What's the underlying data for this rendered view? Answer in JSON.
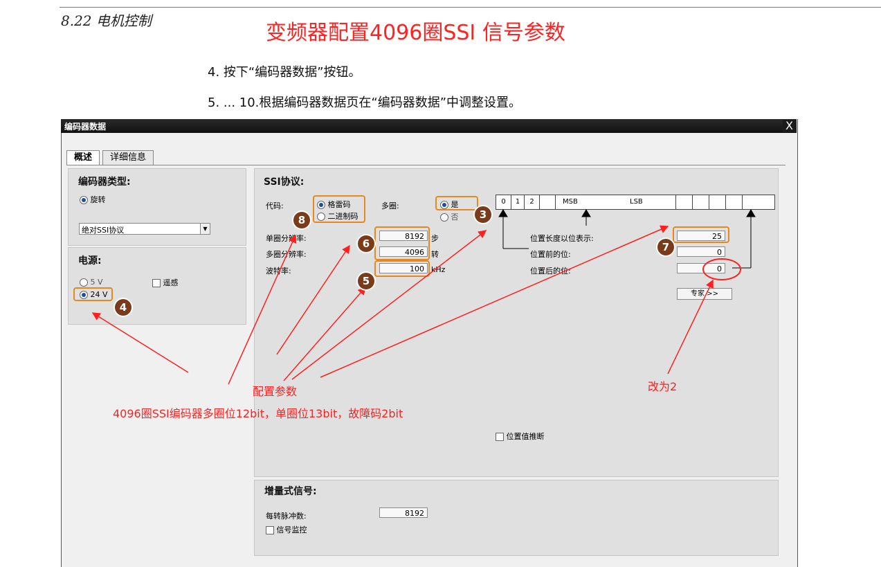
{
  "doc": {
    "section_title": "8.22 电机控制",
    "red_title": "变频器配置4096圈SSI 信号参数",
    "step4": "4.  按下“编码器数据”按钮。",
    "step5": "5.  ... 10.根据编码器数据页在“编码器数据”中调整设置。"
  },
  "dialog": {
    "title": "编码器数据",
    "close": "X",
    "tabs": [
      "概述",
      "详细信息"
    ],
    "encoder_type": {
      "title": "编码器类型:",
      "radio_label": "旋转",
      "select_value": "绝对SSI协议"
    },
    "power": {
      "title": "电源:",
      "opt_5v": "5 V",
      "opt_24v": "24 V",
      "remote_sense": "遥感"
    },
    "ssi": {
      "title": "SSI协议:",
      "code_label": "代码:",
      "code_opt1": "格雷码",
      "code_opt2": "二进制码",
      "multiturn_label": "多圈:",
      "multiturn_yes": "是",
      "multiturn_no": "否",
      "single_res_label": "单圈分辨率:",
      "single_res_value": "8192",
      "single_res_unit": "步",
      "multi_res_label": "多圈分辨率:",
      "multi_res_value": "4096",
      "multi_res_unit": "转",
      "baud_label": "波特率:",
      "baud_value": "100",
      "baud_unit": "kHz",
      "bits": [
        "0",
        "1",
        "2",
        "MSB",
        "LSB"
      ],
      "pos_len_label": "位置长度以位表示:",
      "pos_len_value": "25",
      "pos_before_label": "位置前的位:",
      "pos_before_value": "0",
      "pos_after_label": "位置后的位:",
      "pos_after_value": "0",
      "expert_button": "专家 >>",
      "plausibility": "位置值推断"
    },
    "incremental": {
      "title": "增量式信号:",
      "ppr_label": "每转脉冲数:",
      "ppr_value": "8192",
      "signal_monitor": "信号监控"
    }
  },
  "annotations": {
    "badges": [
      "8",
      "3",
      "6",
      "5",
      "7",
      "4"
    ],
    "config_params": "配置参数",
    "change_to_2": "改为2",
    "note": "4096圈SSI编码器多圈位12bit，单圈位13bit，故障码2bit"
  },
  "colors": {
    "annotation_red": "#ff2020",
    "highlight_orange": "#e8871e",
    "badge_brown": "#7a3b1a"
  }
}
